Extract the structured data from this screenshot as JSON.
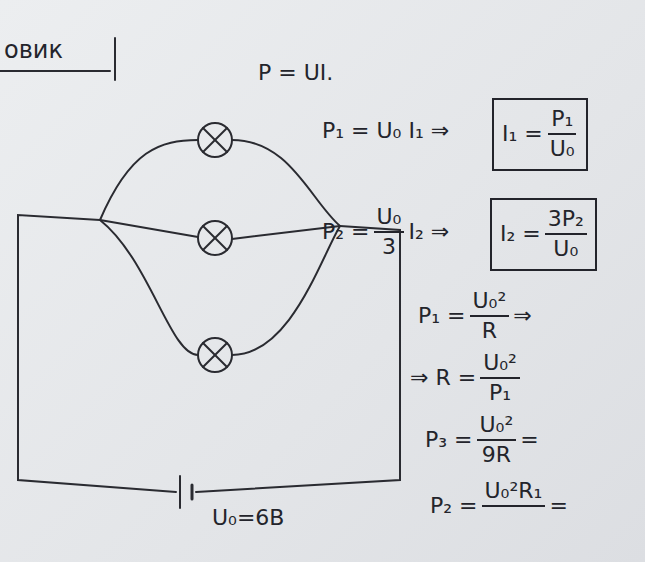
{
  "diagram": {
    "nodes": [
      {
        "text": [
          "I₁ =",
          "P₁",
          "U₀"
        ]
      },
      {
        "text": [
          "I₂ =",
          "3P₂",
          "U₀"
        ]
      }
    ],
    "labels": [
      "овик",
      "P = UI.",
      "P₁ = U₀ I₁ ⇒",
      "P₂ =",
      "U₀",
      "3",
      "I₂ ⇒",
      "P₁ =",
      "U₀²",
      "R",
      "⇒",
      "⇒ R =",
      "U₀²",
      "P₁",
      "P₃ =",
      "U₀²",
      "9R",
      "=",
      "P₂ =",
      "U₀²R₁",
      "=",
      "U₀=6B"
    ]
  }
}
